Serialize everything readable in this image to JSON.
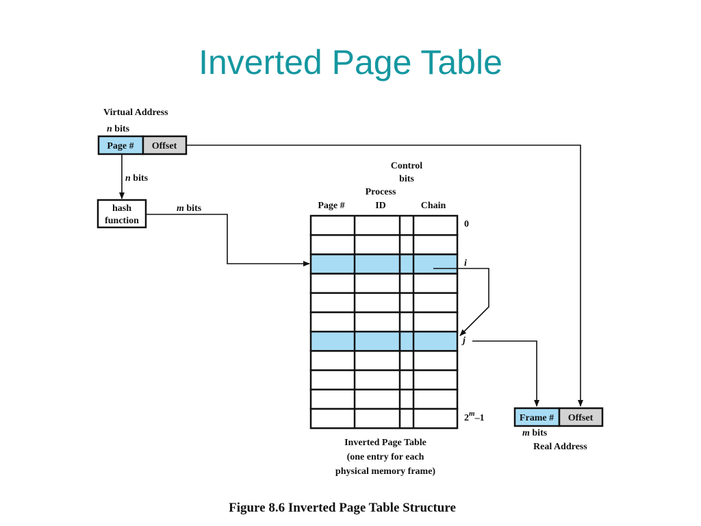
{
  "slide": {
    "title": "Inverted Page Table"
  },
  "virtual_address": {
    "label": "Virtual Address",
    "bits_label": "bits",
    "bits_var": "n",
    "page_field": "Page #",
    "offset_field": "Offset"
  },
  "hash": {
    "line1": "hash",
    "line2": "function",
    "input_var": "n",
    "input_label": "bits",
    "output_var": "m",
    "output_label": "bits"
  },
  "table": {
    "headers": {
      "control_1": "Control",
      "control_2": "bits",
      "process_1": "Process",
      "process_2": "ID",
      "page": "Page #",
      "chain": "Chain"
    },
    "row_labels": {
      "first": "0",
      "i": "i",
      "j": "j",
      "last_base": "2",
      "last_exp": "m",
      "last_rest": "–1"
    },
    "rows": 11,
    "highlight_rows": [
      2,
      6
    ],
    "caption": [
      "Inverted Page Table",
      "(one entry for each",
      "physical memory frame)"
    ]
  },
  "real_address": {
    "frame_field": "Frame #",
    "offset_field": "Offset",
    "bits_var": "m",
    "bits_label": "bits",
    "label": "Real Address"
  },
  "figure_caption": "Figure 8.6  Inverted Page Table Structure",
  "colors": {
    "highlight": "#a8dcf5",
    "offset_fill": "#d3d3d3",
    "title": "#1597a0"
  }
}
